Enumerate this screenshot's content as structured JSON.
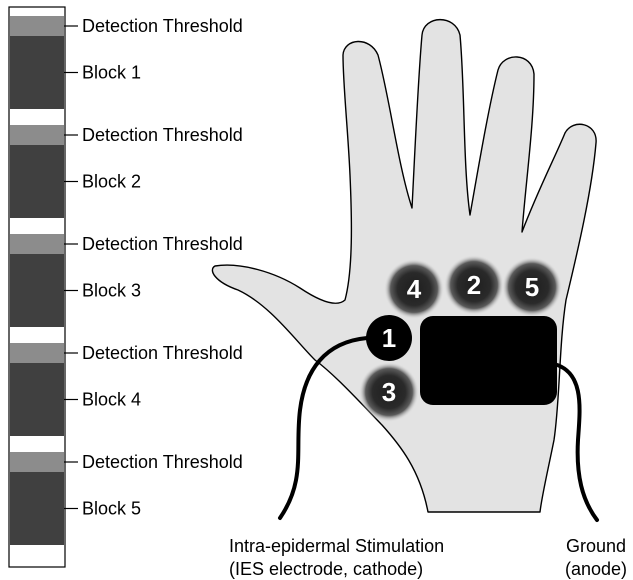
{
  "timeline": {
    "segments": [
      {
        "type": "detection",
        "label": "Detection Threshold"
      },
      {
        "type": "block",
        "label": "Block 1"
      },
      {
        "type": "detection",
        "label": "Detection Threshold"
      },
      {
        "type": "block",
        "label": "Block 2"
      },
      {
        "type": "detection",
        "label": "Detection Threshold"
      },
      {
        "type": "block",
        "label": "Block 3"
      },
      {
        "type": "detection",
        "label": "Detection Threshold"
      },
      {
        "type": "block",
        "label": "Block 4"
      },
      {
        "type": "detection",
        "label": "Detection Threshold"
      },
      {
        "type": "block",
        "label": "Block 5"
      }
    ]
  },
  "hand": {
    "electrode_sites": [
      "1",
      "2",
      "3",
      "4",
      "5"
    ],
    "stimulation_caption": {
      "line1": "Intra-epidermal Stimulation",
      "line2": "(IES electrode, cathode)"
    },
    "ground_caption": {
      "line1": "Ground",
      "line2": "(anode)"
    }
  },
  "colors": {
    "block": "#404040",
    "detection": "#8c8c8c",
    "hand_fill": "#e3e3e3",
    "electrode": "#000000"
  }
}
